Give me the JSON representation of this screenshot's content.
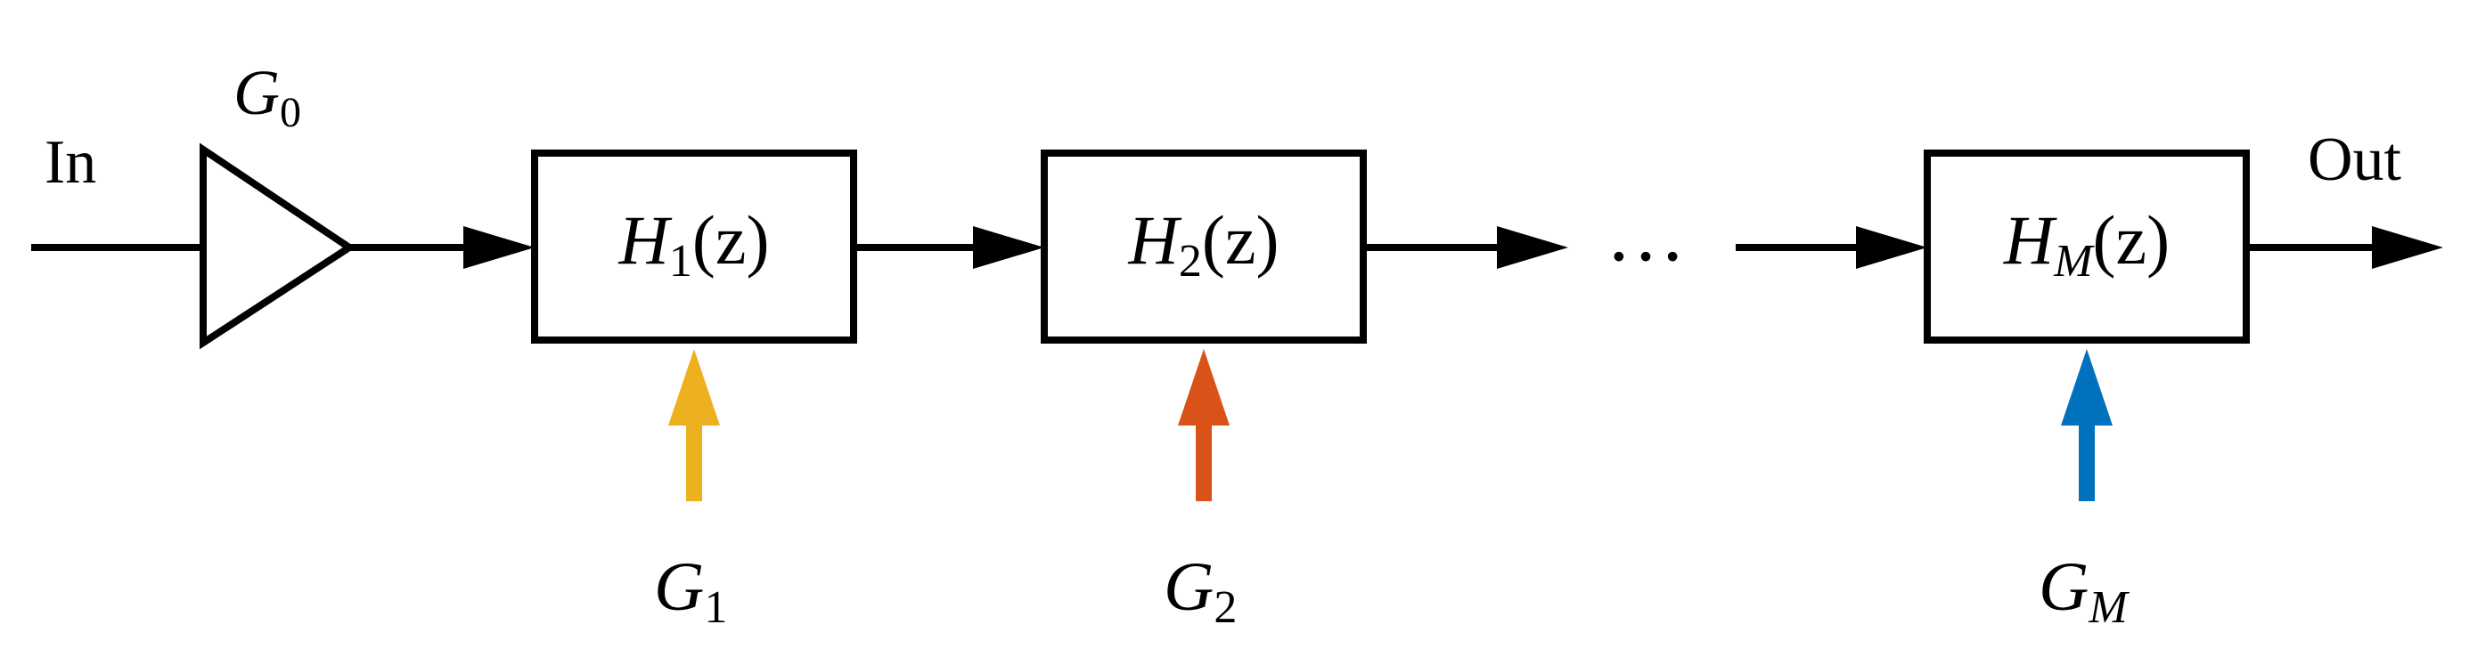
{
  "input": {
    "label": "In"
  },
  "output": {
    "label": "Out"
  },
  "preamp": {
    "gain_base": "G",
    "gain_sub": "0"
  },
  "stages": [
    {
      "base": "H",
      "sub": "1",
      "suffix": "(z)",
      "gain_base": "G",
      "gain_sub": "1",
      "gain_color": "#edb120"
    },
    {
      "base": "H",
      "sub": "2",
      "suffix": "(z)",
      "gain_base": "G",
      "gain_sub": "2",
      "gain_color": "#d95319"
    },
    {
      "base": "H",
      "sub": "M",
      "suffix": "(z)",
      "gain_base": "G",
      "gain_sub": "M",
      "gain_color": "#0072bd"
    }
  ],
  "ellipsis": "…"
}
